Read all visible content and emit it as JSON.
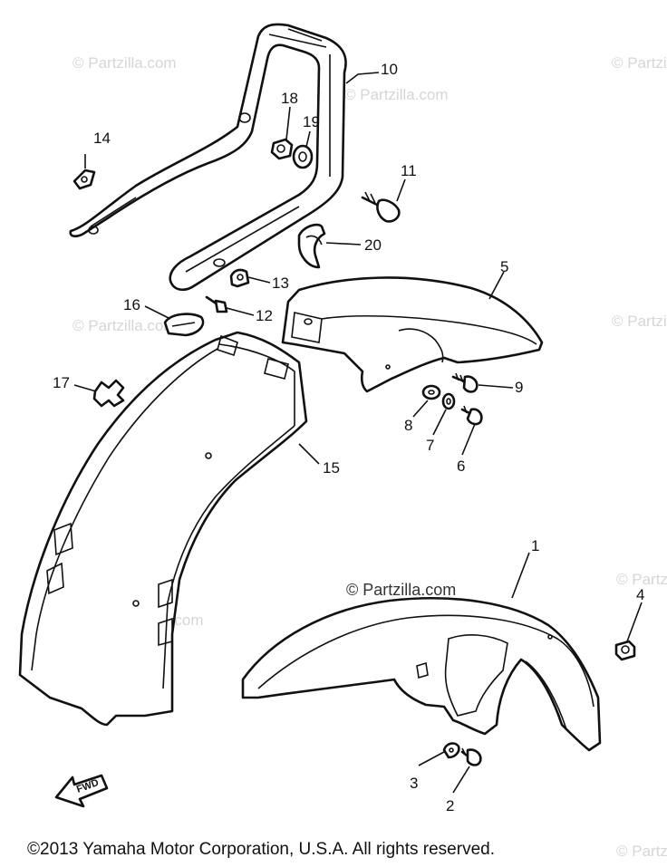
{
  "callouts": [
    "1",
    "2",
    "3",
    "4",
    "5",
    "6",
    "7",
    "8",
    "9",
    "10",
    "11",
    "12",
    "13",
    "14",
    "15",
    "16",
    "17",
    "18",
    "19",
    "20"
  ],
  "watermark": "© Partzilla.com",
  "fwd_label": "FWD",
  "copyright": "©2013 Yamaha Motor Corporation, U.S.A. All rights reserved."
}
